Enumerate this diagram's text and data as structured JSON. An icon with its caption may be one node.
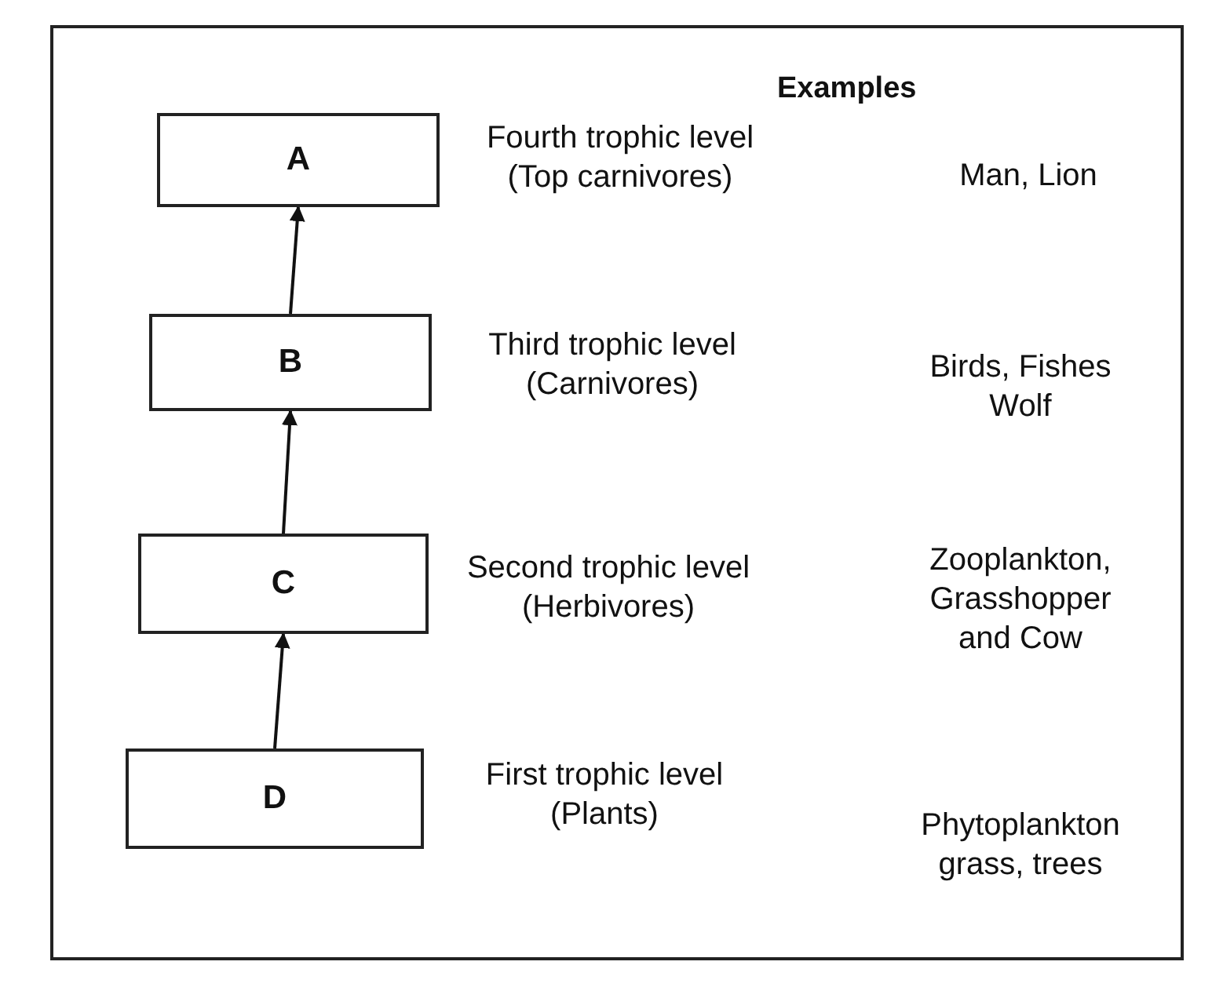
{
  "diagram": {
    "nodes": [
      {
        "text": [
          "A"
        ],
        "beside": [
          "Fourth trophic level (Top carnivores)"
        ]
      },
      {
        "text": [
          "B"
        ],
        "beside": [
          "Third trophic level (Carnivores)"
        ]
      },
      {
        "text": [
          "C"
        ],
        "beside": [
          "Second trophic level (Herbivores)"
        ]
      },
      {
        "text": [
          "D"
        ],
        "beside": [
          "First trophic level (Plants)"
        ]
      }
    ],
    "edges": [
      {
        "from": 3,
        "to": 2,
        "arrow": "to"
      },
      {
        "from": 2,
        "to": 1,
        "arrow": "to"
      },
      {
        "from": 1,
        "to": 0,
        "arrow": "to"
      }
    ],
    "labels": [
      "Examples",
      "Man, Lion",
      "Birds, Fishes Wolf",
      "Zooplankton, Grasshopper and Cow",
      "Phytoplankton grass, trees"
    ]
  }
}
